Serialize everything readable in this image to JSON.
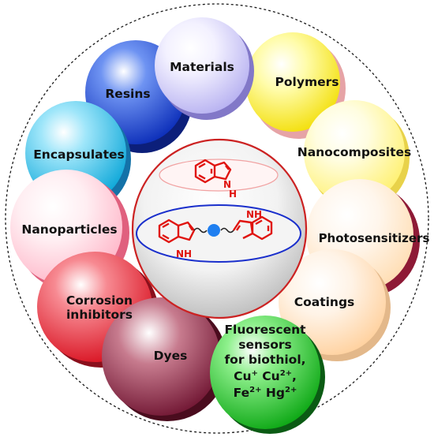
{
  "colors": {
    "outline": "#1a1a1a",
    "molecule_red": "#e0140f",
    "molecule_blue": "#1133cc",
    "core_dot": "#1f7ff0",
    "center_ring": "#cc2222",
    "plane_ring": "#1a2fcc"
  },
  "spheres": [
    {
      "key": "materials",
      "name": "Materials",
      "color": "#d2cdf6",
      "lines": [
        "Materials"
      ]
    },
    {
      "key": "polymers",
      "name": "Polymers",
      "color": "#fff23a",
      "lines": [
        "Polymers"
      ]
    },
    {
      "key": "resins",
      "name": "Resins",
      "color": "#1846d6",
      "lines": [
        "Resins"
      ]
    },
    {
      "key": "nanocomposites",
      "name": "Nanocomposites",
      "color": "#fff58a",
      "lines": [
        "Nanocomposites"
      ]
    },
    {
      "key": "encapsulates",
      "name": "Encapsulates",
      "color": "#20bde8",
      "lines": [
        "Encapsulates"
      ]
    },
    {
      "key": "nanoparticles",
      "name": "Nanoparticles",
      "color": "#ffc7d4",
      "lines": [
        "Nanoparticles"
      ]
    },
    {
      "key": "photosensitizers",
      "name": "Photosensitizers",
      "color": "#ffe6c2",
      "lines": [
        "Photosensitizers"
      ]
    },
    {
      "key": "corrosion",
      "name": "Corrosion inhibitors",
      "color": "#ea2435",
      "lines": [
        "Corrosion",
        "inhibitors"
      ]
    },
    {
      "key": "coatings",
      "name": "Coatings",
      "color": "#ffddb8",
      "lines": [
        "Coatings"
      ]
    },
    {
      "key": "dyes",
      "name": "Dyes",
      "color": "#8e2a42",
      "lines": [
        "Dyes"
      ]
    },
    {
      "key": "fluorescent",
      "name": "Fluorescent sensors for biothiol, Cu+ Cu2+, Fe2+ Hg2+",
      "color": "#12c01a",
      "lines": [
        "Fluorescent",
        "sensors",
        "for biothiol,"
      ]
    }
  ],
  "ions": {
    "cu_plus": "Cu",
    "cu_plus_sup": "+",
    "cu2": "Cu",
    "cu2_sup": "2+",
    "cu2_tail": ",",
    "fe": "Fe",
    "fe_sup": "2+",
    "hg": "Hg",
    "hg_sup": "2+"
  },
  "molecule": {
    "nh_top": "N",
    "nh_top_h": "H",
    "nh_left": "NH",
    "nh_right": "NH"
  }
}
